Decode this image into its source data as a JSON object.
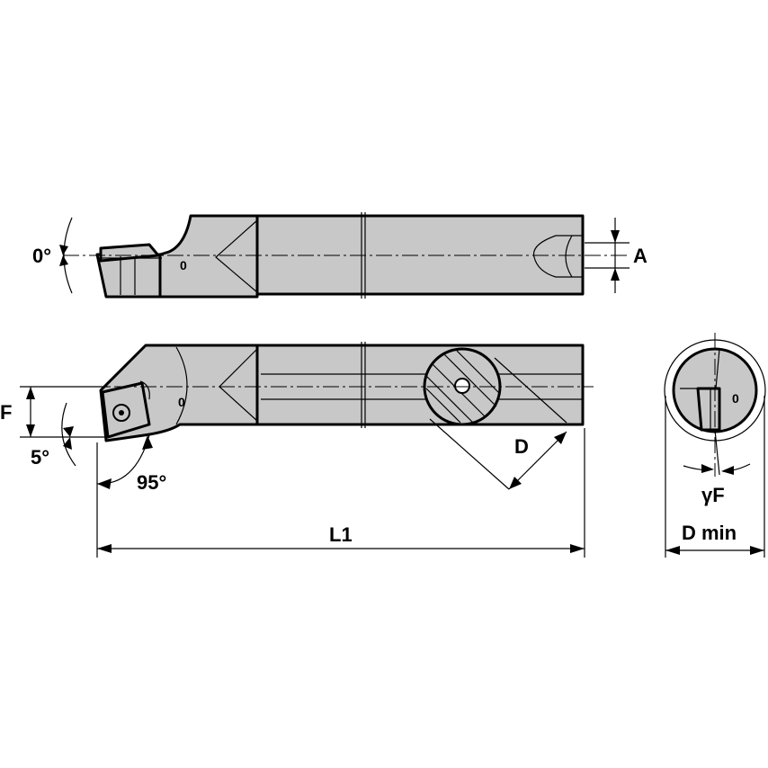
{
  "labels": {
    "a": "A",
    "f": "F",
    "d": "D",
    "l1": "L1",
    "d_min": "D min",
    "gamma_f": "γF",
    "angle_0": "0°",
    "angle_5": "5°",
    "angle_95": "95°"
  },
  "marks": {
    "top_view_zero": "0",
    "end_view_zero": "0"
  }
}
